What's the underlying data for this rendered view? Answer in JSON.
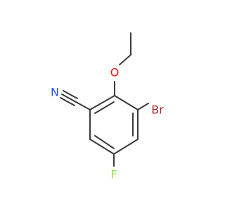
{
  "molecule": {
    "atoms": {
      "nitrile_n": {
        "symbol": "N",
        "color": "#3050f8"
      },
      "ether_o": {
        "symbol": "O",
        "color": "#ff0d0d"
      },
      "bromine": {
        "symbol": "Br",
        "color": "#a62929"
      },
      "fluorine": {
        "symbol": "F",
        "color": "#90e050"
      }
    },
    "bond_color": "#3a3a3a"
  }
}
